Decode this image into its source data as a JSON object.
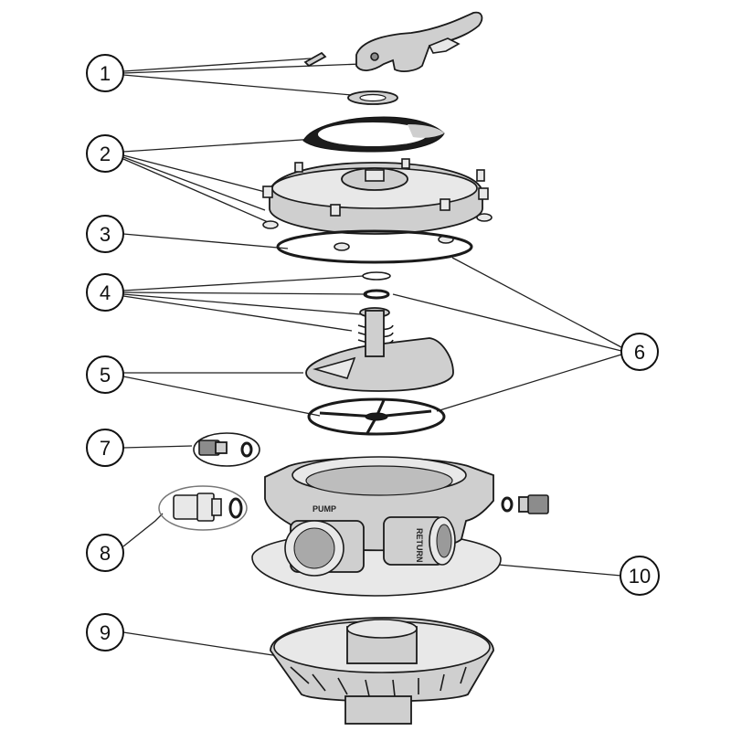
{
  "callouts": {
    "c1": "1",
    "c2": "2",
    "c3": "3",
    "c4": "4",
    "c5": "5",
    "c6": "6",
    "c7": "7",
    "c8": "8",
    "c9": "9",
    "c10": "10"
  },
  "body_labels": {
    "pump": "PUMP",
    "return": "RETURN"
  },
  "colors": {
    "outline": "#1a1a1a",
    "part_gray": "#cfcfcf",
    "background": "#ffffff"
  }
}
